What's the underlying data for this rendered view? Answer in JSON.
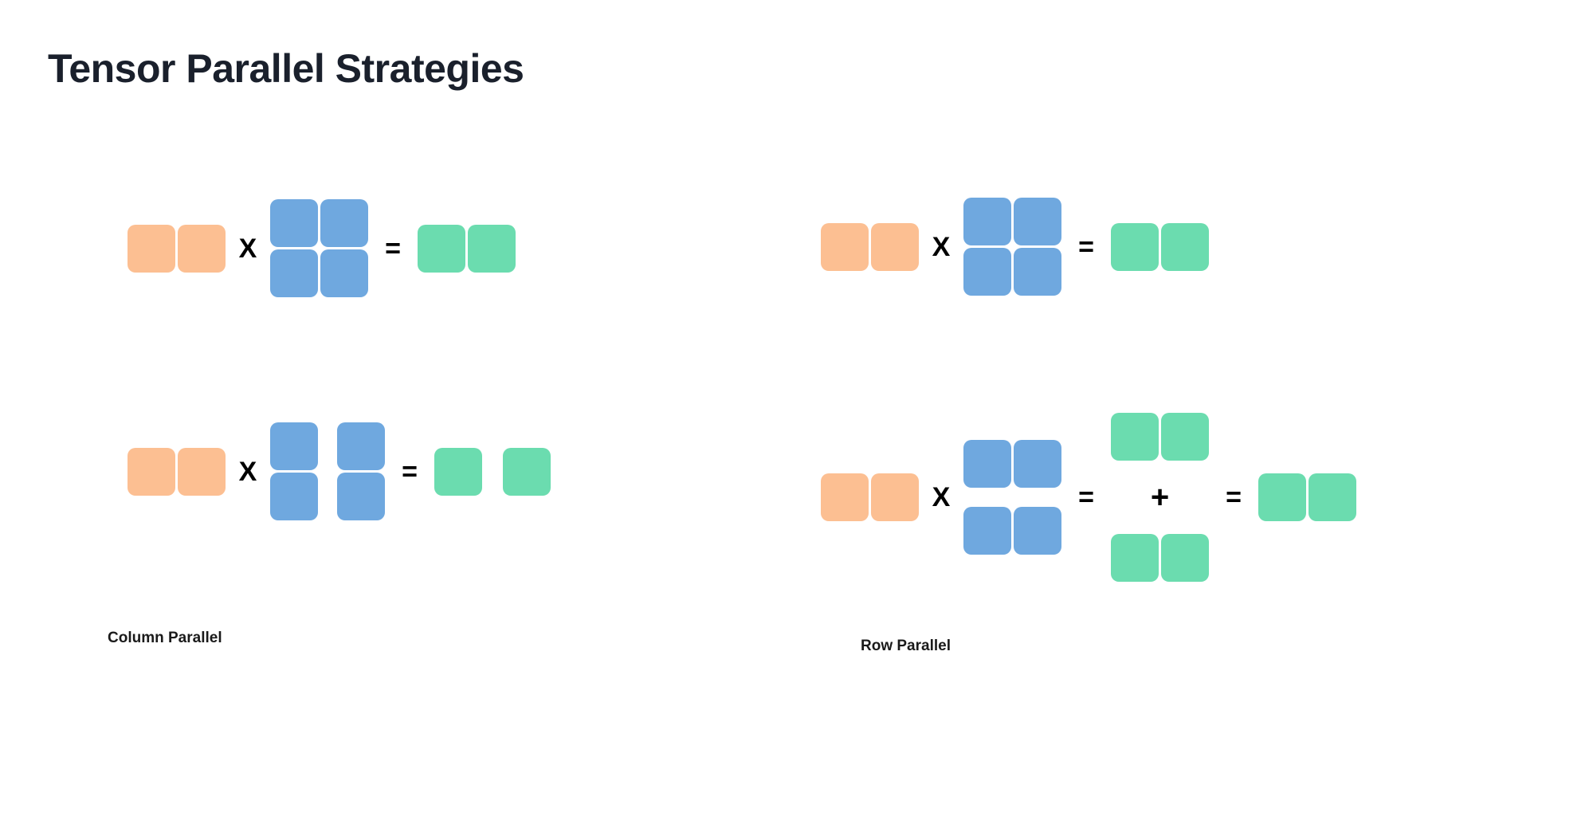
{
  "page": {
    "title": "Tensor Parallel Strategies",
    "background_color": "#ffffff",
    "title_color": "#1a202c"
  },
  "colors": {
    "input_activation": "#fcbf92",
    "weight_matrix": "#6fa8df",
    "output_activation": "#6bdcaf",
    "operator": "#000000"
  },
  "operators": {
    "multiply": "X",
    "equals": "=",
    "plus": "+"
  },
  "panels": [
    {
      "id": "column-parallel",
      "caption": "Column Parallel",
      "rows": [
        {
          "id": "col-dense",
          "description": "unsharded matmul",
          "input": {
            "color_role": "input_activation",
            "shape": [
              1,
              2
            ],
            "split": "none"
          },
          "weight": {
            "color_role": "weight_matrix",
            "shape": [
              2,
              2
            ],
            "split": "none"
          },
          "output": {
            "color_role": "output_activation",
            "shape": [
              1,
              2
            ],
            "split": "none"
          }
        },
        {
          "id": "col-split",
          "description": "weight sharded along columns",
          "input": {
            "color_role": "input_activation",
            "shape": [
              1,
              2
            ],
            "split": "none"
          },
          "weight": {
            "color_role": "weight_matrix",
            "shape": [
              2,
              2
            ],
            "split": "column"
          },
          "output": {
            "color_role": "output_activation",
            "shape": [
              1,
              2
            ],
            "split": "column"
          }
        }
      ]
    },
    {
      "id": "row-parallel",
      "caption": "Row Parallel",
      "rows": [
        {
          "id": "row-dense",
          "description": "unsharded matmul",
          "input": {
            "color_role": "input_activation",
            "shape": [
              1,
              2
            ],
            "split": "none"
          },
          "weight": {
            "color_role": "weight_matrix",
            "shape": [
              2,
              2
            ],
            "split": "none"
          },
          "output": {
            "color_role": "output_activation",
            "shape": [
              1,
              2
            ],
            "split": "none"
          }
        },
        {
          "id": "row-split",
          "description": "weight sharded along rows, partial sums reduced",
          "input": {
            "color_role": "input_activation",
            "shape": [
              1,
              2
            ],
            "split": "none"
          },
          "weight": {
            "color_role": "weight_matrix",
            "shape": [
              2,
              2
            ],
            "split": "row"
          },
          "partial_sums": [
            {
              "color_role": "output_activation",
              "shape": [
                1,
                2
              ]
            },
            {
              "color_role": "output_activation",
              "shape": [
                1,
                2
              ]
            }
          ],
          "output": {
            "color_role": "output_activation",
            "shape": [
              1,
              2
            ],
            "split": "none"
          }
        }
      ]
    }
  ]
}
